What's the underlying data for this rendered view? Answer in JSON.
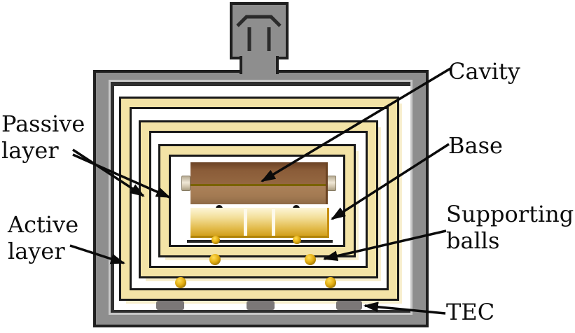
{
  "figure": {
    "labels": {
      "passive_layer": [
        "Passive",
        "layer"
      ],
      "active_layer": [
        "Active",
        "layer"
      ],
      "cavity": "Cavity",
      "base": "Base",
      "supporting_balls": [
        "Supporting",
        "balls"
      ],
      "tec": "TEC"
    },
    "colors": {
      "chamber_gray": "#8e8e8e",
      "outline_black": "#1f1f1f",
      "lining_gray": "#c8c8c8",
      "shield_yellow": "#f3e3a6",
      "cavity_brown_top": "#8a5c38",
      "cavity_brown_bottom": "#a37a52",
      "base_gold": "#d3a01c",
      "ball_gold": "#e3ae12",
      "tec_gray": "#7b7777",
      "support_dot_black": "#0d0d0d"
    }
  }
}
